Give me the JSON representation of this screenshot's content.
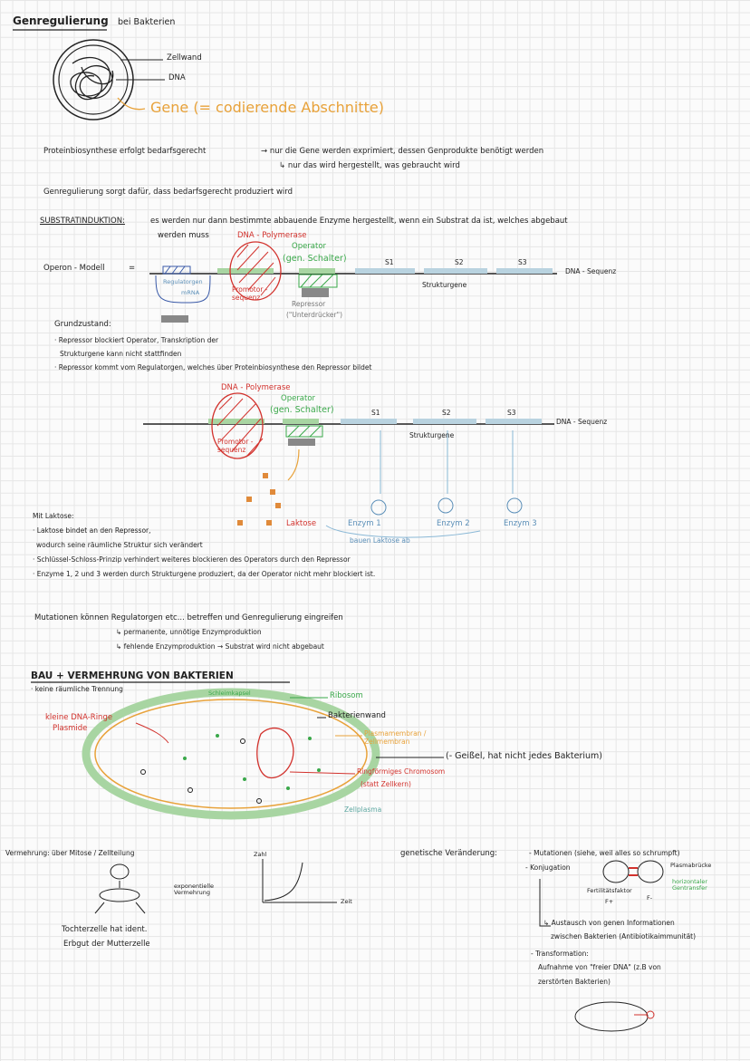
{
  "header": {
    "title": "Genregulierung",
    "subtitle": "bei Bakterien"
  },
  "cell_labels": {
    "zellwand": "Zellwand",
    "dna": "DNA",
    "gene": "Gene (= codierende Abschnitte)"
  },
  "intro": {
    "line1_a": "Proteinbiosynthese erfolgt bedarfsgerecht",
    "line1_b": "→ nur die Gene werden exprimiert, dessen Genprodukte benötigt werden",
    "line2": "↳ nur das wird hergestellt, was gebraucht wird",
    "line3": "Genregulierung sorgt dafür, dass bedarfsgerecht produziert wird"
  },
  "substrat": {
    "heading": "SUBSTRATINDUKTION:",
    "text1": "es werden nur dann bestimmte abbauende Enzyme hergestellt, wenn ein Substrat da ist, welches abgebaut",
    "text2": "werden muss",
    "operon": "Operon - Modell",
    "eq": "="
  },
  "diagram1": {
    "polymerase": "DNA - Polymerase",
    "operator": "Operator",
    "schalter": "(gen. Schalter)",
    "s1": "S1",
    "s2": "S2",
    "s3": "S3",
    "sequenz": "DNA - Sequenz",
    "strukturgene": "Strukturgene",
    "regulatorgen": "Regulatorgen",
    "mrna": "mRNA",
    "promotor": "Promotor - sequenz",
    "repressor": "Repressor",
    "unterdruecker": "(\"Unterdrücker\")"
  },
  "grundzustand": {
    "title": "Grundzustand:",
    "items": [
      "· Repressor blockiert Operator, Transkription der",
      "Strukturgene kann nicht stattfinden",
      "· Repressor kommt vom Regulatorgen, welches über Proteinbiosynthese den Repressor bildet"
    ]
  },
  "diagram2": {
    "polymerase": "DNA - Polymerase",
    "operator": "Operator",
    "schalter": "(gen. Schalter)",
    "s1": "S1",
    "s2": "S2",
    "s3": "S3",
    "sequenz": "DNA - Sequenz",
    "strukturgene": "Strukturgene",
    "promotor": "Promotor - sequenz",
    "laktose": "Laktose",
    "enzym1": "Enzym 1",
    "enzym2": "Enzym 2",
    "enzym3": "Enzym 3",
    "abbau": "bauen Laktose ab"
  },
  "mit_laktose": {
    "title": "Mit Laktose:",
    "items": [
      "· Laktose bindet an den Repressor,",
      "wodurch seine räumliche Struktur sich verändert",
      "· Schlüssel-Schloss-Prinzip verhindert weiteres blockieren des Operators durch den Repressor",
      "· Enzyme 1, 2 und 3 werden durch Strukturgene produziert, da der Operator nicht mehr blockiert ist."
    ]
  },
  "mutationen": {
    "line1": "Mutationen können Regulatorgen etc... betreffen und Genregulierung eingreifen",
    "line2": "↳ permanente, unnötige Enzymproduktion",
    "line3": "↳ fehlende Enzymproduktion → Substrat wird nicht abgebaut"
  },
  "bau": {
    "heading": "BAU + VERMEHRUNG VON BAKTERIEN",
    "trennung": "· keine räumliche Trennung",
    "schleimkapsel": "Schleimkapsel",
    "ribosom": "Ribosom",
    "bakterienwand": "Bakterienwand",
    "plasmamembran": "Plasmamembran / Zellmembran",
    "geissel": "(- Geißel, hat nicht jedes Bakterium)",
    "ringfoermig": "Ringförmiges Chromosom",
    "statt_zellkern": "(statt Zellkern)",
    "zellplasma": "Zellplasma",
    "kleine_dna": "kleine DNA-Ringe",
    "plasmide": "Plasmide"
  },
  "vermehrung": {
    "text": "Vermehrung: über Mitose / Zellteilung",
    "exponentiell": "exponentielle Vermehrung",
    "zahl": "Zahl",
    "zeit": "Zeit",
    "tochter1": "Tochterzelle hat ident.",
    "tochter2": "Erbgut der Mutterzelle"
  },
  "genetisch": {
    "label": "genetische Veränderung:",
    "mutationen": "- Mutationen (siehe, weil alles so schrumpft)",
    "konjugation": "- Konjugation",
    "plasmabruecke": "Plasmabrücke",
    "fertilitaet": "Fertilitätsfaktor",
    "fplus": "F+",
    "fminus": "F-",
    "horizontaler": "horizontaler Gentransfer",
    "austausch1": "↳ Austausch von genen Informationen",
    "austausch2": "zwischen Bakterien (Antibiotikaimmunität)",
    "transformation": "- Transformation:",
    "aufnahme1": "Aufnahme von \"freier DNA\" (z.B von",
    "aufnahme2": "zerstörten Bakterien)"
  },
  "colors": {
    "accent_orange": "#e8a23a",
    "red": "#d2322d",
    "green": "#3aa84a",
    "blue": "#5b8fb8"
  }
}
